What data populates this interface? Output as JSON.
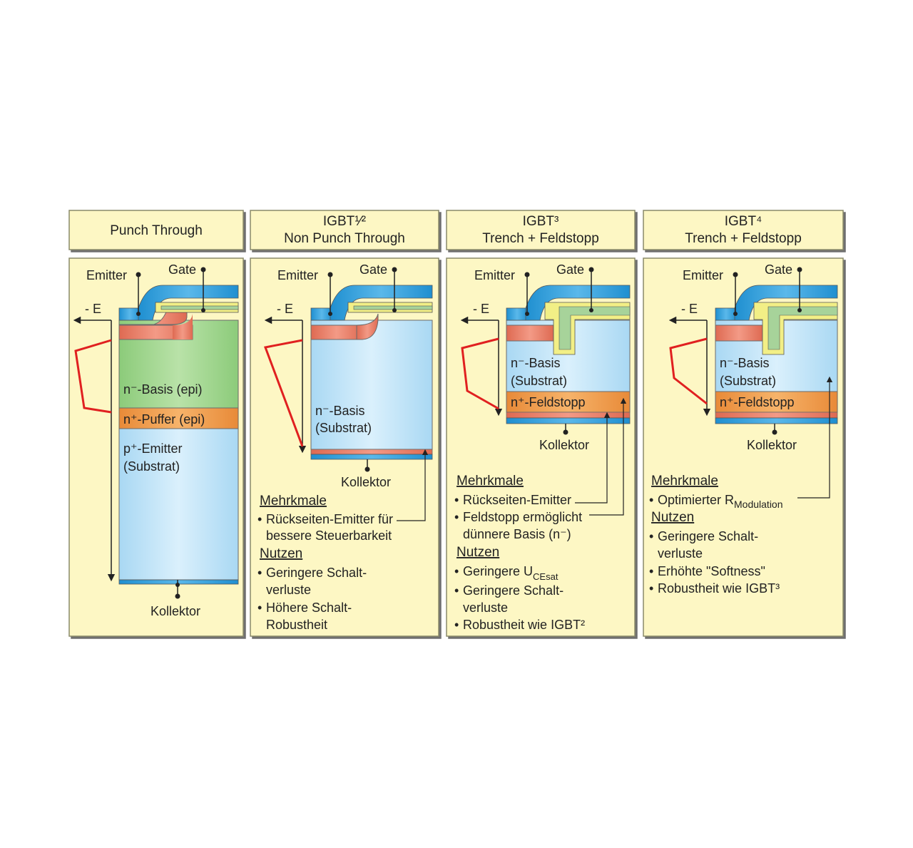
{
  "columns": [
    {
      "header_line1": "Punch Through",
      "emitter": "Emitter",
      "gate": "Gate",
      "field": "- E",
      "layer_basis": "n⁻-Basis (epi)",
      "layer_buffer": "n⁺-Puffer (epi)",
      "layer_sub1": "p⁺-Emitter",
      "layer_sub2": "(Substrat)",
      "collector": "Kollektor"
    },
    {
      "header_line1": "IGBT¹⁄²",
      "header_line2": "Non Punch Through",
      "emitter": "Emitter",
      "gate": "Gate",
      "field": "- E",
      "layer_basis1": "n⁻-Basis",
      "layer_basis2": "(Substrat)",
      "collector": "Kollektor",
      "merkmale_title": "Mehrkmale",
      "merkmale": [
        "Rückseiten-Emitter für",
        "bessere Steuerbarkeit"
      ],
      "nutzen_title": "Nutzen",
      "nutzen": [
        "Geringere Schalt-",
        "verluste",
        "Höhere Schalt-",
        "Robustheit"
      ]
    },
    {
      "header_line1": "IGBT³",
      "header_line2": "Trench + Feldstopp",
      "emitter": "Emitter",
      "gate": "Gate",
      "field": "- E",
      "layer_basis1": "n⁻-Basis",
      "layer_basis2": "(Substrat)",
      "layer_stop": "n⁺-Feldstopp",
      "collector": "Kollektor",
      "merkmale_title": "Mehrkmale",
      "merkmale": [
        "Rückseiten-Emitter",
        "Feldstopp ermöglicht",
        "dünnere Basis (n⁻)"
      ],
      "nutzen_title": "Nutzen",
      "nutzen": [
        "Geringere U",
        "CEsat",
        "Geringere Schalt-",
        "verluste",
        "Robustheit wie IGBT²"
      ]
    },
    {
      "header_line1": "IGBT⁴",
      "header_line2": "Trench + Feldstopp",
      "emitter": "Emitter",
      "gate": "Gate",
      "field": "- E",
      "layer_basis1": "n⁻-Basis",
      "layer_basis2": "(Substrat)",
      "layer_stop": "n⁺-Feldstopp",
      "collector": "Kollektor",
      "merkmale_title": "Mehrkmale",
      "merkmale": [
        "Optimierter R",
        "Modulation"
      ],
      "nutzen_title": "Nutzen",
      "nutzen": [
        "Geringere Schalt-",
        "verluste",
        "Erhöhte \"Softness\"",
        "Robustheit wie IGBT³"
      ]
    }
  ],
  "colors": {
    "panel": "#fdf7c4",
    "border": "#8a8a6a",
    "basis_green": "#a9d89a",
    "substrate_blue": "#c7e6f8",
    "metal_blue": "#2f9fd8",
    "p_region": "#e97a66",
    "n_buffer": "#f0a050",
    "gate_poly": "#f2ef86",
    "gate_oxide": "#a7d39a",
    "e_field": "#e02020"
  }
}
